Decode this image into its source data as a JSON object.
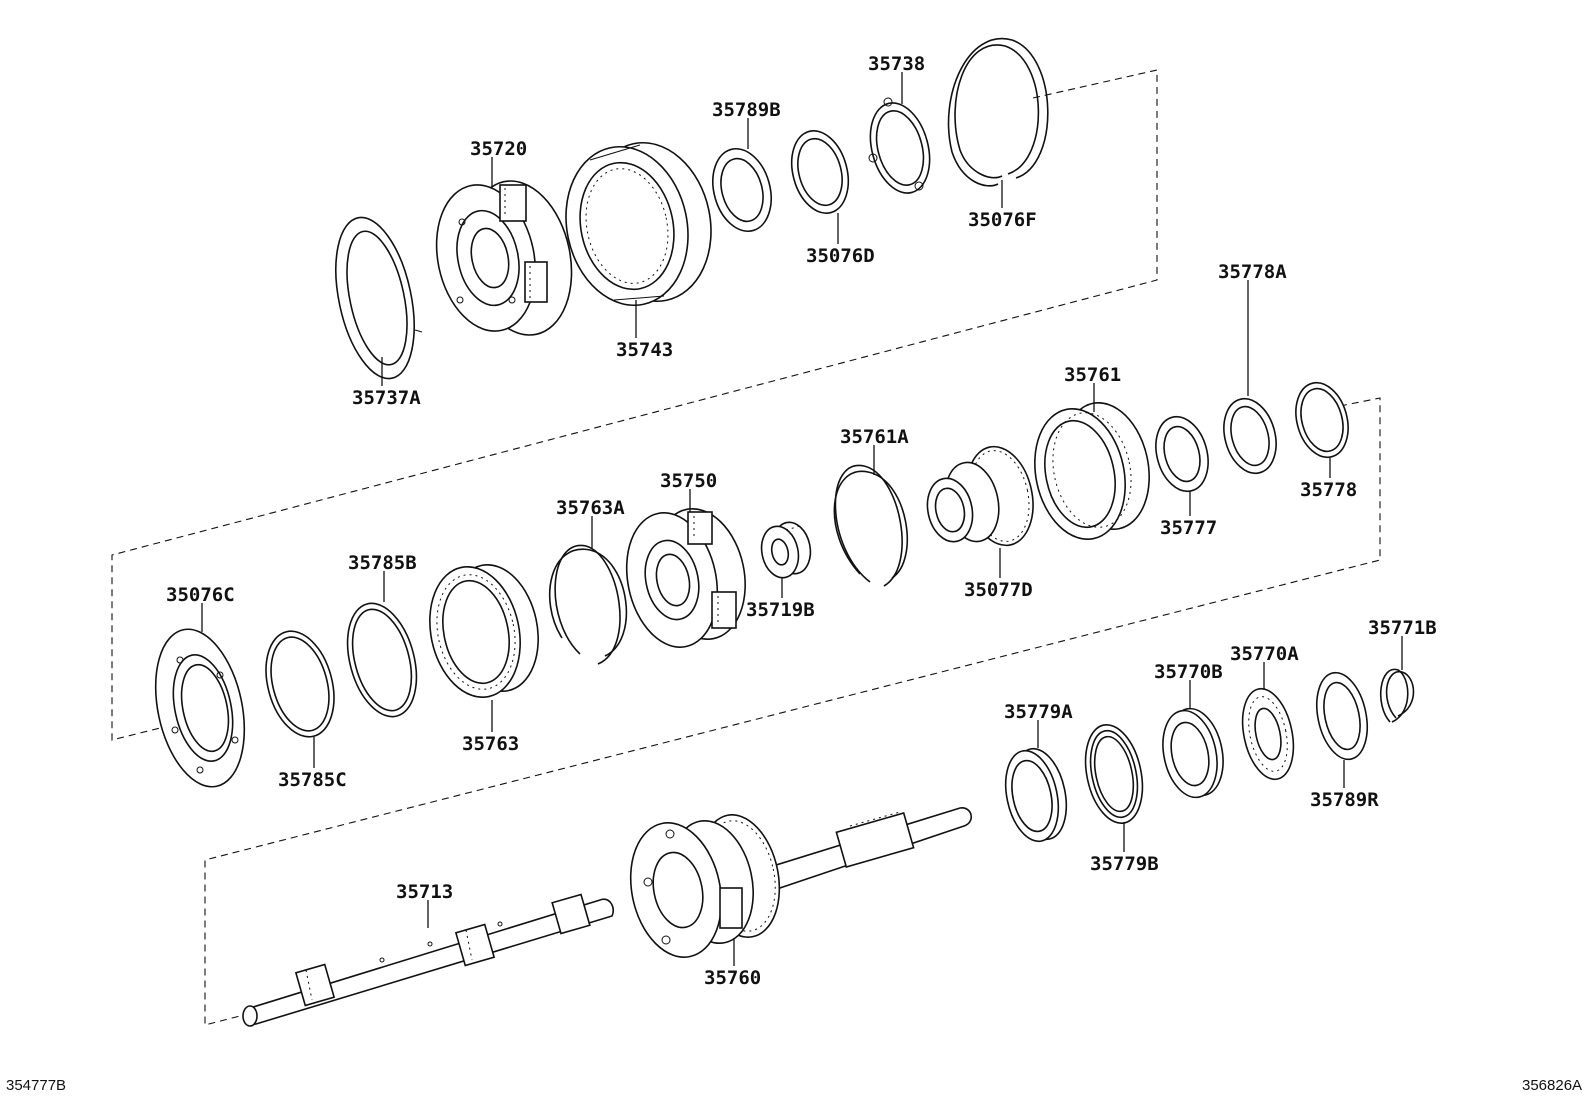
{
  "labels": {
    "l35720": "35720",
    "l35743": "35743",
    "l35737A": "35737A",
    "l35789B": "35789B",
    "l35738": "35738",
    "l35076D": "35076D",
    "l35076F": "35076F",
    "l35761": "35761",
    "l35778A": "35778A",
    "l35761A": "35761A",
    "l35777": "35777",
    "l35778": "35778",
    "l35750": "35750",
    "l35763A": "35763A",
    "l35719B": "35719B",
    "l35077D": "35077D",
    "l35076C": "35076C",
    "l35785B": "35785B",
    "l35763": "35763",
    "l35785C": "35785C",
    "l35771B": "35771B",
    "l35770A": "35770A",
    "l35770B": "35770B",
    "l35779A": "35779A",
    "l35789R": "35789R",
    "l35779B": "35779B",
    "l35713": "35713",
    "l35760": "35760"
  },
  "footer": {
    "left_ref": "354777B",
    "right_ref": "356826A"
  }
}
